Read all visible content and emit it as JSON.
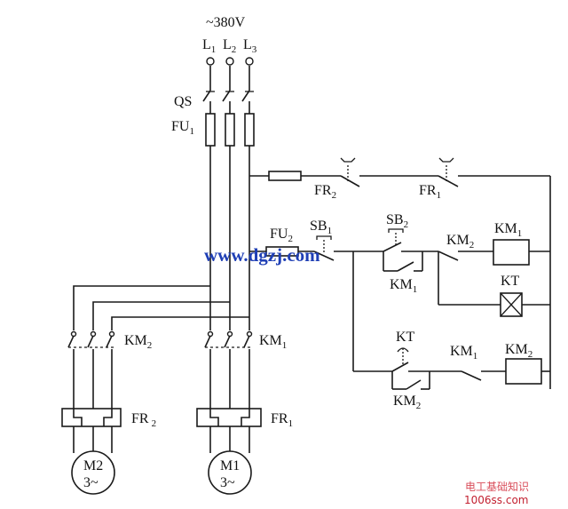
{
  "supply": {
    "voltage": "~380V",
    "l1": "L",
    "l1_sub": "1",
    "l2": "L",
    "l2_sub": "2",
    "l3": "L",
    "l3_sub": "3"
  },
  "labels": {
    "qs": "QS",
    "fu1": "FU",
    "fu1_sub": "1",
    "fu2": "FU",
    "fu2_sub": "2",
    "fr2_ctrl": "FR",
    "fr2_ctrl_sub": "2",
    "fr1_ctrl": "FR",
    "fr1_ctrl_sub": "1",
    "sb1": "SB",
    "sb1_sub": "1",
    "sb2": "SB",
    "sb2_sub": "2",
    "km2_rung1": "KM",
    "km2_rung1_sub": "2",
    "km1_coil": "KM",
    "km1_coil_sub": "1",
    "km1_hold": "KM",
    "km1_hold_sub": "1",
    "kt_coil": "KT",
    "kt_contact": "KT",
    "km1_rung3": "KM",
    "km1_rung3_sub": "1",
    "km2_coil": "KM",
    "km2_coil_sub": "2",
    "km2_hold": "KM",
    "km2_hold_sub": "2",
    "km2_main": "KM",
    "km2_main_sub": "2",
    "km1_main": "KM",
    "km1_main_sub": "1",
    "fr2_motor": "FR",
    "fr2_motor_sub": "2",
    "fr1_motor": "FR",
    "fr1_motor_sub": "1",
    "m2": "M2",
    "m2_phase": "3~",
    "m1": "M1",
    "m1_phase": "3~"
  },
  "watermark": {
    "text": "www.dgzj.com",
    "color": "#1f3fb5"
  },
  "branding": {
    "title": "电工基础知识",
    "site": "1006ss.com",
    "color": "#c21f2f"
  }
}
